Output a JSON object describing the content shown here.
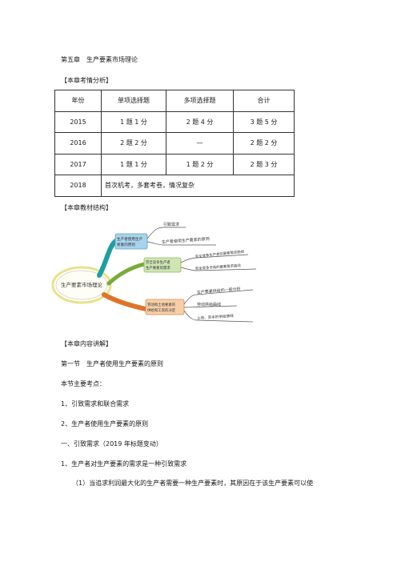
{
  "chapter_title": "第五章　生产要素市场理论",
  "analysis_heading": "【本章考情分析】",
  "exam_table": {
    "headers": [
      "年份",
      "单项选择题",
      "多项选择题",
      "合计"
    ],
    "rows": [
      [
        "2015",
        "1 题 1 分",
        "2 题 4 分",
        "3 题 5 分"
      ],
      [
        "2016",
        "2 题 2 分",
        "—",
        "2 题 2 分"
      ],
      [
        "2017",
        "1 题 1 分",
        "1 题 2 分",
        "2 题 3 分"
      ]
    ],
    "last_row": {
      "year": "2018",
      "note": "首次机考，多套考卷，情况复杂"
    }
  },
  "structure_heading": "【本章教材结构】",
  "mindmap": {
    "center": "生产要素市场理论",
    "branches": [
      {
        "label_line1": "生产者使用生产",
        "label_line2": "要素的原则",
        "color": "#a8d3ea",
        "edge": "#1f9e9e",
        "leaves": [
          "引致需求",
          "生产者使用生产要素的原则"
        ]
      },
      {
        "label_line1": "完全竞争生产者",
        "label_line2": "生产要素的需求",
        "color": "#cfe6b4",
        "edge": "#7aab3a",
        "leaves": [
          "完全竞争生产者的要素需求曲线",
          "完全竞争市场的要素需求曲线"
        ]
      },
      {
        "label_line1": "劳动和土地要素的",
        "label_line2": "供给和工资的决定",
        "color": "#f6cfa8",
        "edge": "#e0732a",
        "leaves": [
          "生产要素供给的一般分析",
          "劳动供给曲线",
          "土地、资本的供给曲线"
        ]
      }
    ]
  },
  "content_heading": "【本章内容讲解】",
  "section_title": "第一节　生产者使用生产要素的原则",
  "key_points_intro": "本节主要考点：",
  "key_points": [
    "1、引致需求和联合需求",
    "2、生产者使用生产要素的原则"
  ],
  "subsection": "一、引致需求（2019 年标题变动）",
  "point_1": "1、生产者对生产要素的需求是一种引致需求",
  "point_1_detail": "（1）当追求利润最大化的生产者需要一种生产要素时，其原因在于该生产要素可以使"
}
